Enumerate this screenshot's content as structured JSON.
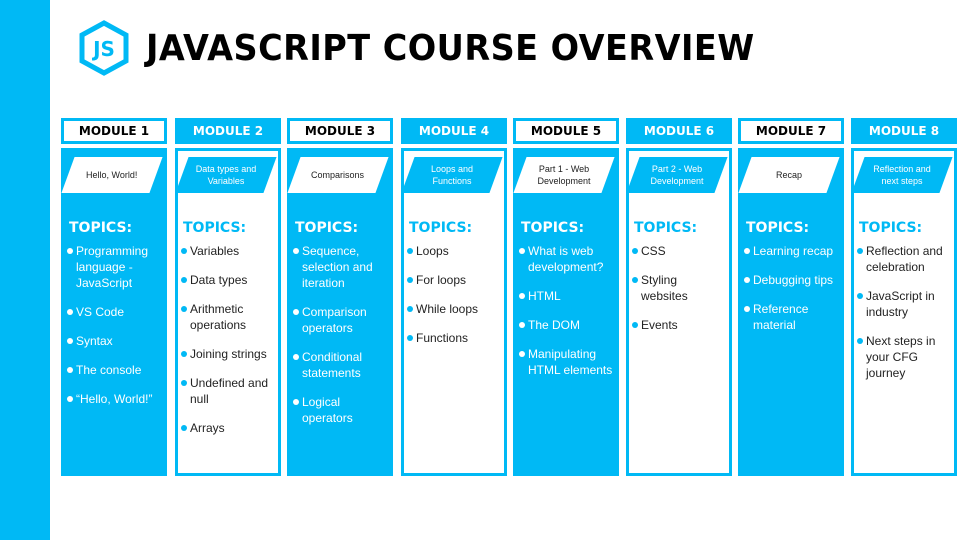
{
  "title": "JAVASCRIPT COURSE OVERVIEW",
  "logo_text": "JS",
  "topics_label": "TOPICS:",
  "colors": {
    "accent": "#00b9f5"
  },
  "modules": [
    {
      "label": "MODULE 1",
      "subtitle": "Hello, World!",
      "topics": [
        "Programming language - JavaScript",
        "VS Code",
        "Syntax",
        "The console",
        "“Hello, World!”"
      ]
    },
    {
      "label": "MODULE 2",
      "subtitle": "Data types and Variables",
      "topics": [
        "Variables",
        "Data types",
        "Arithmetic operations",
        "Joining strings",
        "Undefined and null",
        "Arrays"
      ]
    },
    {
      "label": "MODULE 3",
      "subtitle": "Comparisons",
      "topics": [
        "Sequence, selection and iteration",
        "Comparison operators",
        "Conditional statements",
        "Logical operators"
      ]
    },
    {
      "label": "MODULE 4",
      "subtitle": "Loops and Functions",
      "topics": [
        "Loops",
        "For loops",
        "While loops",
        "Functions"
      ]
    },
    {
      "label": "MODULE 5",
      "subtitle": "Part 1 - Web Development",
      "topics": [
        "What is web development?",
        "HTML",
        "The DOM",
        "Manipulating HTML elements"
      ]
    },
    {
      "label": "MODULE 6",
      "subtitle": "Part 2 - Web Development",
      "topics": [
        "CSS",
        "Styling websites",
        "Events"
      ]
    },
    {
      "label": "MODULE 7",
      "subtitle": "Recap",
      "topics": [
        "Learning recap",
        "Debugging tips",
        "Reference material"
      ]
    },
    {
      "label": "MODULE 8",
      "subtitle": "Reflection and next steps",
      "topics": [
        "Reflection and celebration",
        "JavaScript in industry",
        "Next steps in your CFG journey"
      ]
    }
  ]
}
